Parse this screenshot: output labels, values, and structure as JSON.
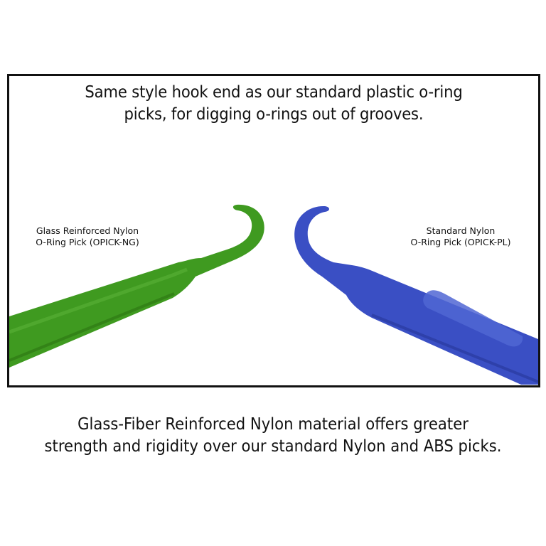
{
  "top_caption": {
    "line1": "Same style hook end as our standard plastic o-ring",
    "line2": "picks, for digging o-rings out of grooves."
  },
  "products": [
    {
      "name_line1": "Glass Reinforced Nylon",
      "name_line2": "O-Ring Pick (OPICK-NG)",
      "color": "#3d9a1f"
    },
    {
      "name_line1": "Standard Nylon",
      "name_line2": "O-Ring Pick (OPICK-PL)",
      "color": "#3a4fc0"
    }
  ],
  "bottom_caption": {
    "line1": "Glass-Fiber Reinforced Nylon material offers greater",
    "line2": "strength and rigidity over our standard Nylon and ABS picks."
  }
}
